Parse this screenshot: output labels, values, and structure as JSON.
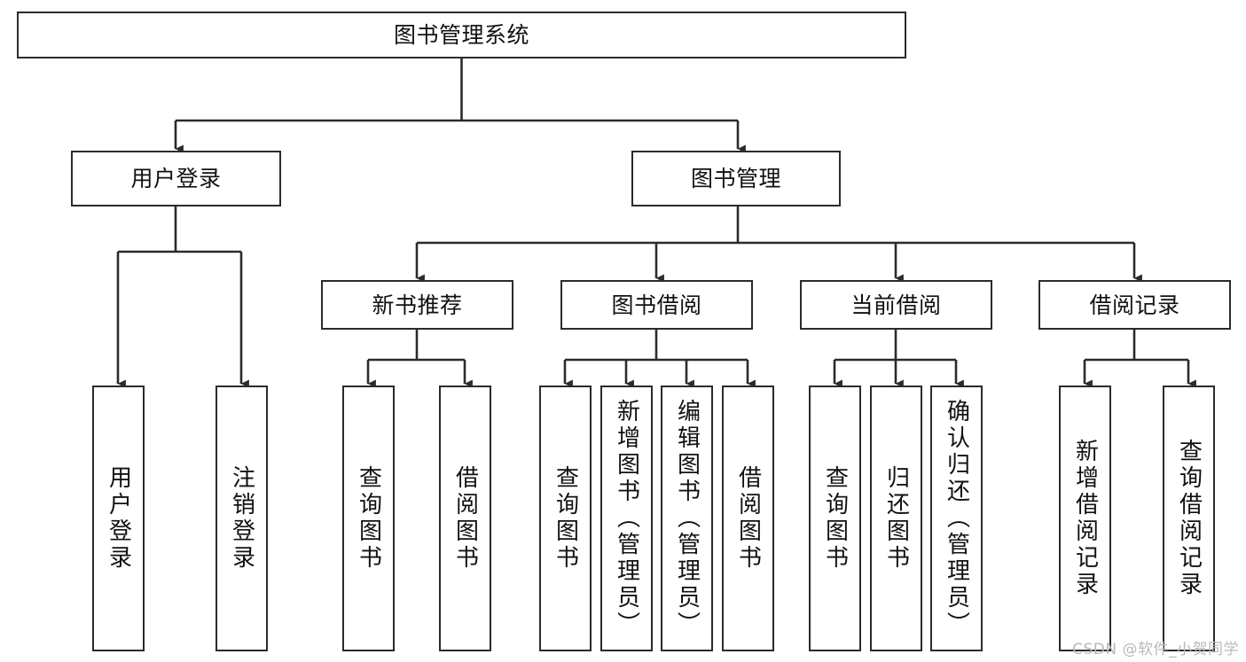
{
  "diagram": {
    "type": "tree",
    "title": "图书管理系统",
    "orientation": "top-down",
    "colors": {
      "box_border": "#2b2b2b",
      "box_fill": "#ffffff",
      "connector": "#2b2b2b",
      "text": "#111111",
      "watermark": "#b9b9b9",
      "background": "#ffffff"
    },
    "root": {
      "label": "图书管理系统"
    },
    "level2": [
      {
        "label": "用户登录"
      },
      {
        "label": "图书管理"
      }
    ],
    "level3": [
      {
        "label": "新书推荐"
      },
      {
        "label": "图书借阅"
      },
      {
        "label": "当前借阅"
      },
      {
        "label": "借阅记录"
      }
    ],
    "leaves": {
      "user_login": [
        {
          "label": "用户登录"
        },
        {
          "label": "注销登录"
        }
      ],
      "new_book_recommend": [
        {
          "label": "查询图书"
        },
        {
          "label": "借阅图书"
        }
      ],
      "book_borrow": [
        {
          "label": "查询图书"
        },
        {
          "label": "新增图书（管理员）"
        },
        {
          "label": "编辑图书（管理员）"
        },
        {
          "label": "借阅图书"
        }
      ],
      "current_borrow": [
        {
          "label": "查询图书"
        },
        {
          "label": "归还图书"
        },
        {
          "label": "确认归还（管理员）"
        }
      ],
      "borrow_record": [
        {
          "label": "新增借阅记录"
        },
        {
          "label": "查询借阅记录"
        }
      ]
    }
  },
  "watermark": {
    "text": "CSDN @软件_小贺同学"
  }
}
